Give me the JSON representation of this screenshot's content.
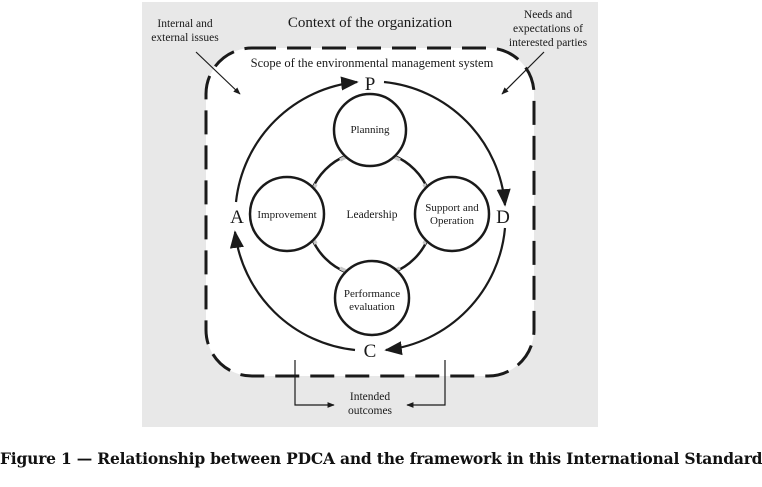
{
  "diagram": {
    "context_title": "Context of the organization",
    "internal_issues": [
      "Internal and",
      "external issues"
    ],
    "needs": [
      "Needs and",
      "expectations of",
      "interested parties"
    ],
    "scope": "Scope of the environmental management system",
    "letters": {
      "p": "P",
      "d": "D",
      "c": "C",
      "a": "A"
    },
    "center": "Leadership",
    "planning": [
      "Planning"
    ],
    "support": [
      "Support and",
      "Operation"
    ],
    "performance": [
      "Performance",
      "evaluation"
    ],
    "improvement": [
      "Improvement"
    ],
    "outcomes": [
      "Intended",
      "outcomes"
    ]
  },
  "caption": "Figure 1 — Relationship between PDCA and the framework in this International Standard",
  "colors": {
    "panel": "#e8e8e8",
    "inner": "#ffffff",
    "ink": "#1a1a1a",
    "ring_highlight": "#c8c8c8"
  }
}
